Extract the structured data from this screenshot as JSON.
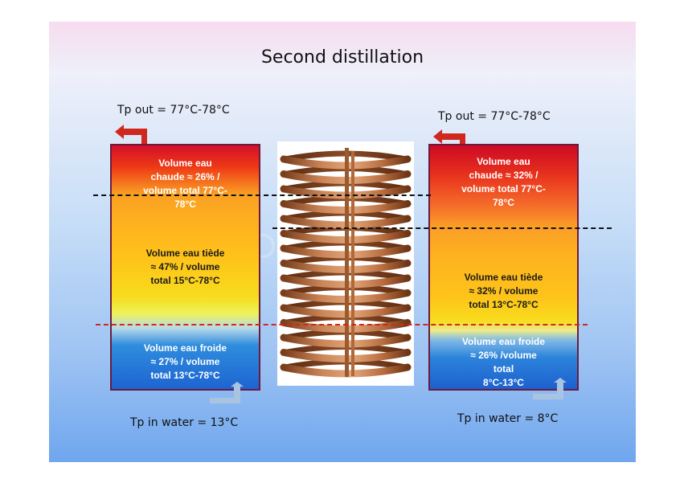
{
  "title": "Second distillation",
  "watermark": "HomeDistiller.ru",
  "left": {
    "tp_out": "Tp out = 77°C-78°C",
    "tp_in": "Tp in water = 13°C",
    "zones": {
      "hot": [
        "Volume eau",
        "chaude   ≈ 26%  /",
        "volume total 77°C-",
        "78°C"
      ],
      "warm": [
        "Volume eau tiède",
        "≈ 47%  / volume",
        "total 15°C-78°C"
      ],
      "cold": [
        "Volume eau froide",
        "≈ 27%  / volume",
        "total 13°C-78°C"
      ]
    }
  },
  "right": {
    "tp_out": "Tp out = 77°C-78°C",
    "tp_in": "Tp in water = 8°C",
    "zones": {
      "hot": [
        "Volume eau",
        "chaude    ≈ 32%  /",
        "volume total 77°C-",
        "78°C"
      ],
      "warm": [
        "Volume eau tiède",
        "≈ 32%  / volume",
        "total 13°C-78°C"
      ],
      "cold": [
        "Volume eau froide",
        "≈ 26% /volume",
        "total",
        "8°C-13°C"
      ]
    }
  },
  "colors": {
    "border": "#6a1b3e",
    "arrow_out": "#d0281e",
    "arrow_in": "#a9c4e0",
    "dash_black": "#111111",
    "dash_red": "#d0281e",
    "copper": "#b8703f"
  }
}
